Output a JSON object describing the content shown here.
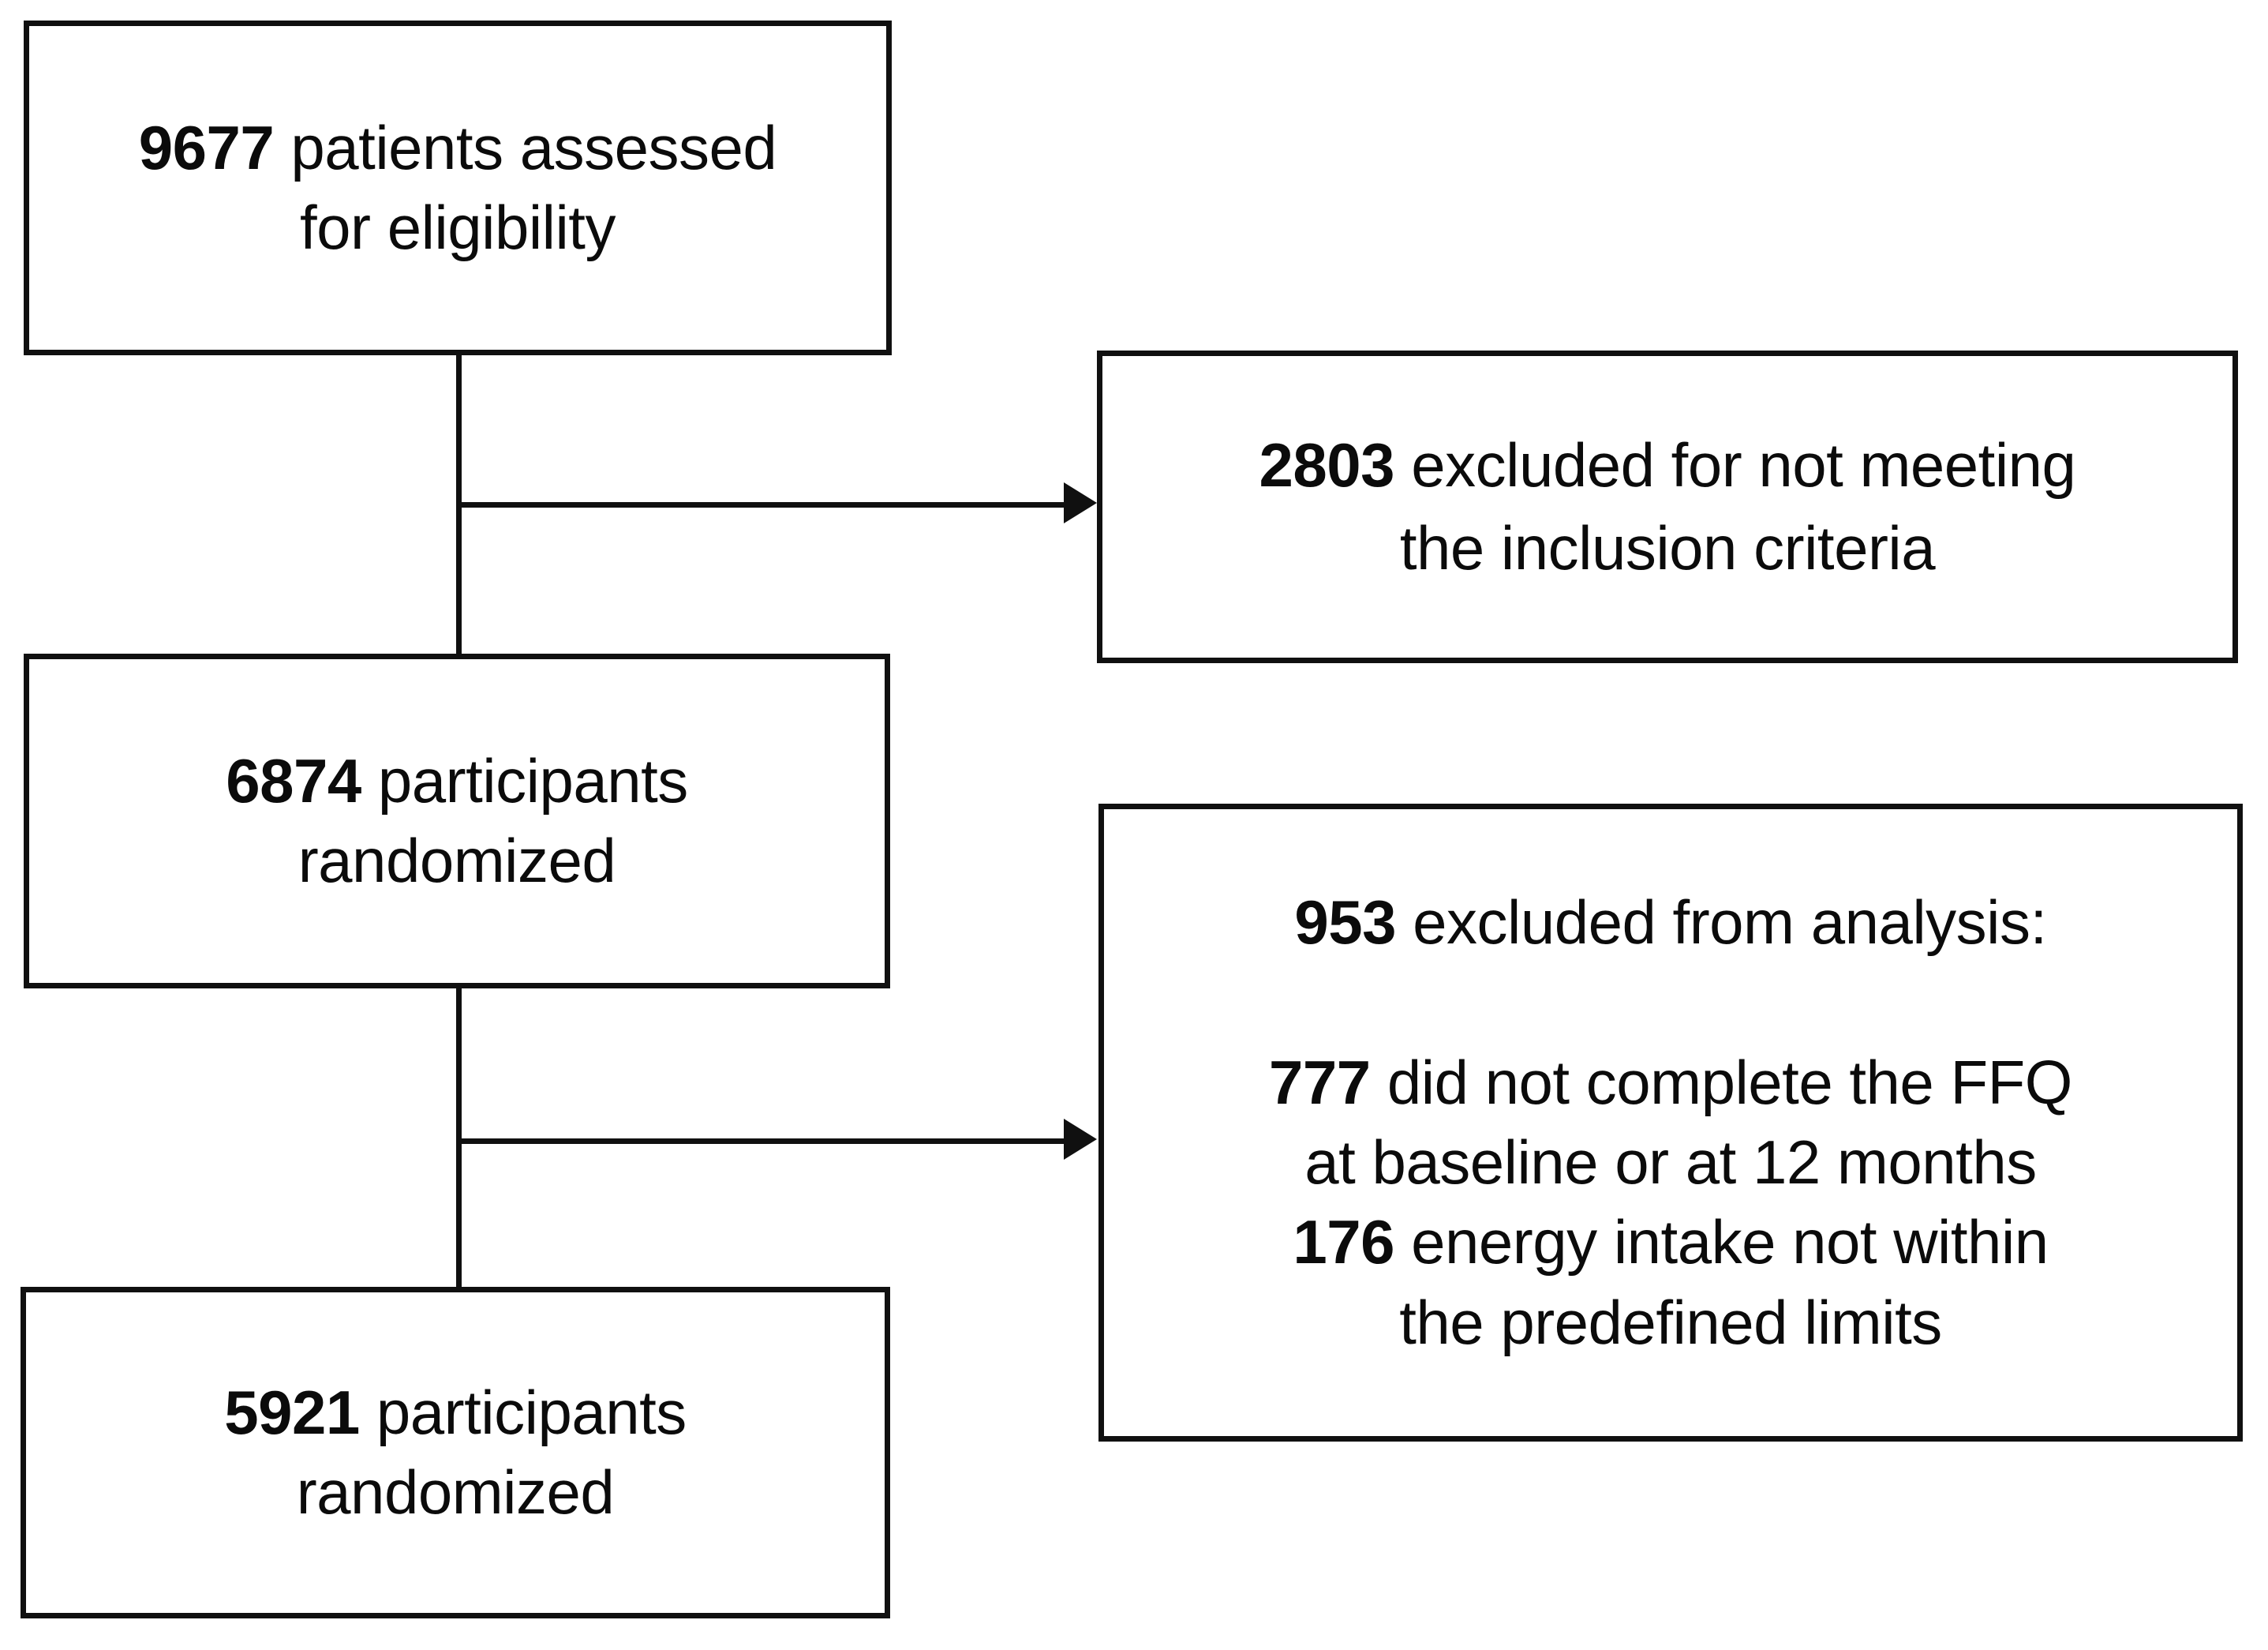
{
  "diagram": {
    "type": "flowchart",
    "title": "CONSORT participant flow diagram",
    "colors": {
      "stroke": "#101010",
      "background": "#ffffff",
      "text": "#0b0b0b"
    },
    "nodes": [
      {
        "id": "assessed",
        "count": "9677",
        "label": "patients assessed",
        "label_line2": "for eligibility",
        "text": "9677  patients assessed\nfor eligibility"
      },
      {
        "id": "randomized",
        "count": "6874",
        "label": "participants",
        "label_line2": "randomized",
        "text": "6874  participants\nrandomized"
      },
      {
        "id": "analyzed",
        "count": "5921",
        "label": "participants",
        "label_line2": "randomized",
        "text": "5921  participants\nrandomized"
      },
      {
        "id": "excluded-eligibility",
        "count": "2803",
        "label": "excluded for not meeting",
        "label_line2": "the inclusion criteria",
        "text": "2803  excluded for not meeting\nthe inclusion criteria"
      },
      {
        "id": "excluded-analysis",
        "count": "953",
        "header": "953  excluded from analysis:",
        "reasons": [
          {
            "count": "777",
            "text": "did not complete the FFQ at baseline or at 12 months"
          },
          {
            "count": "176",
            "text": "energy intake not within the predefined limits"
          }
        ],
        "text": "953  excluded from analysis:\n\n777  did not complete the FFQ\nat baseline or at 12 months\n176  energy intake not within\nthe predefined limits"
      }
    ],
    "connectors": [
      {
        "id": "spine-1",
        "from": "assessed",
        "to": "randomized",
        "orientation": "vertical",
        "arrow": false
      },
      {
        "id": "spine-2",
        "from": "randomized",
        "to": "analyzed",
        "orientation": "vertical",
        "arrow": false
      },
      {
        "id": "branch-1",
        "from": "assessed",
        "to": "excluded-eligibility",
        "orientation": "horizontal",
        "arrow": true
      },
      {
        "id": "branch-2",
        "from": "randomized",
        "to": "excluded-analysis",
        "orientation": "horizontal",
        "arrow": true
      }
    ]
  }
}
